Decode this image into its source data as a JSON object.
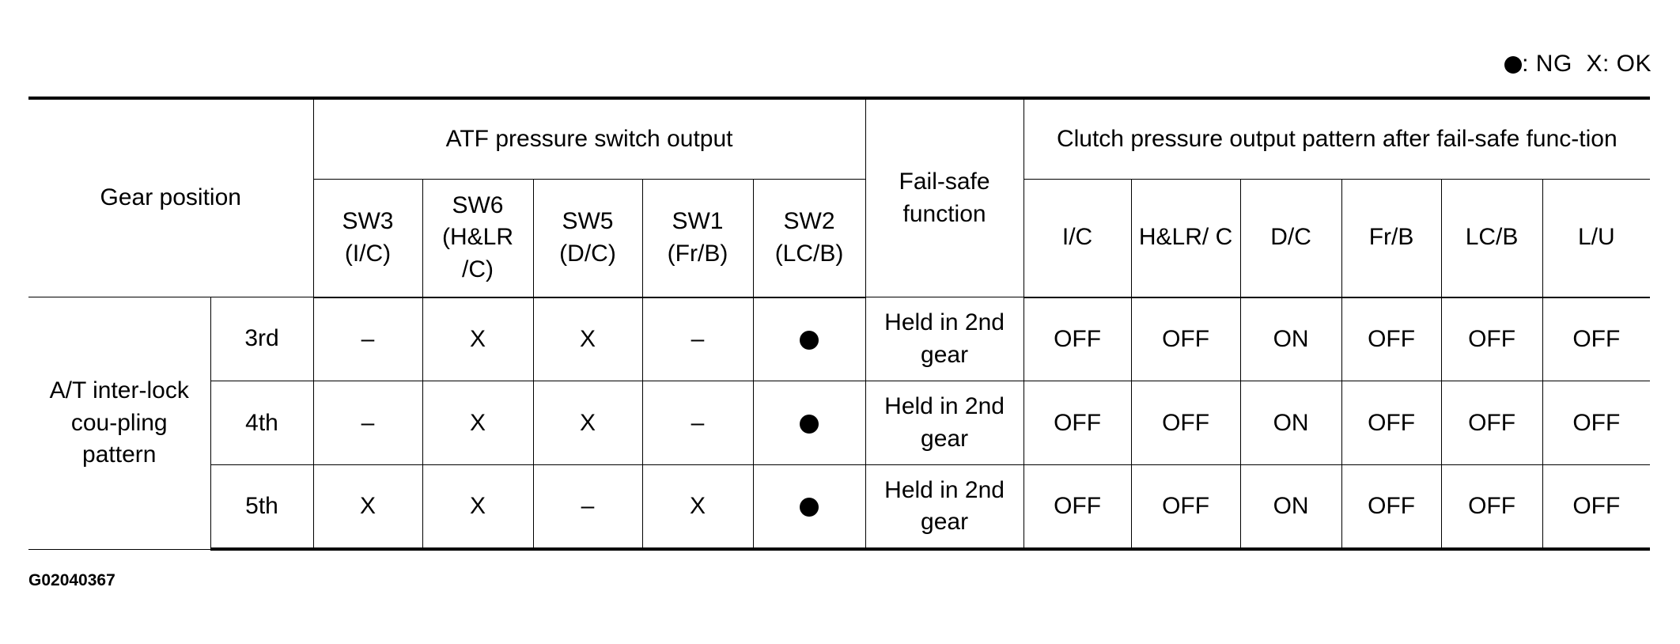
{
  "legend": {
    "ng_label": ": NG",
    "ok_label": "X: OK"
  },
  "header": {
    "gear_position": "Gear position",
    "atf_pressure_switch_output": "ATF pressure switch output",
    "fail_safe_function": "Fail-safe function",
    "clutch_pressure_output_pattern": "Clutch pressure output pattern after fail-safe func-tion"
  },
  "switch_columns": [
    "SW3 (I/C)",
    "SW6 (H&LR /C)",
    "SW5 (D/C)",
    "SW1 (Fr/B)",
    "SW2 (LC/B)"
  ],
  "clutch_columns": [
    "I/C",
    "H&LR/ C",
    "D/C",
    "Fr/B",
    "LC/B",
    "L/U"
  ],
  "group_label": "A/T inter-lock cou-pling pattern",
  "rows": [
    {
      "gear": "3rd",
      "switches": [
        "–",
        "X",
        "X",
        "–",
        "●"
      ],
      "fail_safe": "Held in 2nd gear",
      "clutch": [
        "OFF",
        "OFF",
        "ON",
        "OFF",
        "OFF",
        "OFF"
      ]
    },
    {
      "gear": "4th",
      "switches": [
        "–",
        "X",
        "X",
        "–",
        "●"
      ],
      "fail_safe": "Held in 2nd gear",
      "clutch": [
        "OFF",
        "OFF",
        "ON",
        "OFF",
        "OFF",
        "OFF"
      ]
    },
    {
      "gear": "5th",
      "switches": [
        "X",
        "X",
        "–",
        "X",
        "●"
      ],
      "fail_safe": "Held in 2nd gear",
      "clutch": [
        "OFF",
        "OFF",
        "ON",
        "OFF",
        "OFF",
        "OFF"
      ]
    }
  ],
  "figure_code": "G02040367"
}
